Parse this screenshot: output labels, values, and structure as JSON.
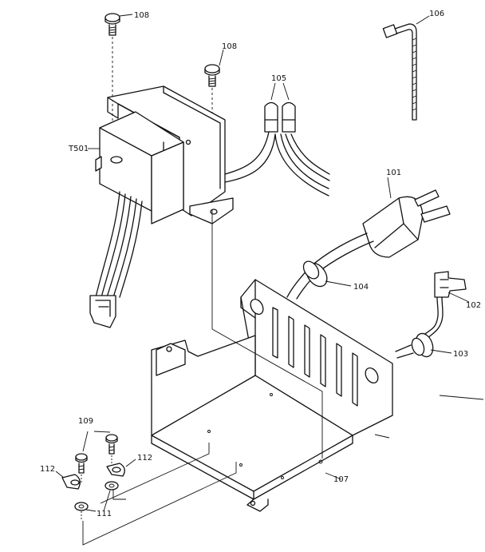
{
  "labels": {
    "screw_top": "108",
    "screw_mid": "108",
    "cable_tie": "106",
    "wire_connectors": "105",
    "transformer": "T501",
    "power_plug": "101",
    "strain_relief_a": "104",
    "connector": "102",
    "strain_relief_b": "103",
    "chassis": "107",
    "screws_bottom": "109",
    "washer_left": "112",
    "washer_right": "112",
    "lock_washers": "111"
  }
}
